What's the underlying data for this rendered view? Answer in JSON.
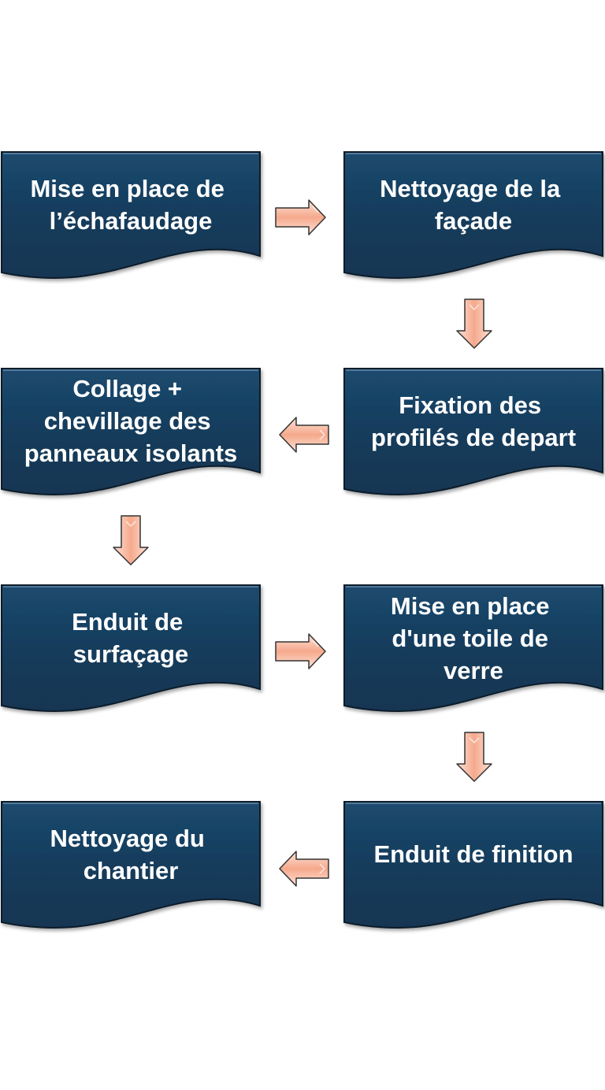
{
  "diagram": {
    "steps": [
      {
        "id": "step-1",
        "lines": [
          "Mise en place de",
          "l’échafaudage"
        ]
      },
      {
        "id": "step-2",
        "lines": [
          "Nettoyage de la",
          "façade"
        ]
      },
      {
        "id": "step-3",
        "lines": [
          "Fixation des",
          "profilés de depart"
        ]
      },
      {
        "id": "step-4",
        "lines": [
          "Collage +",
          "chevillage des",
          "panneaux isolants"
        ]
      },
      {
        "id": "step-5",
        "lines": [
          "Enduit de",
          "surfaçage"
        ]
      },
      {
        "id": "step-6",
        "lines": [
          "Mise en place",
          "d'une toile de",
          "verre"
        ]
      },
      {
        "id": "step-7",
        "lines": [
          "Enduit de finition"
        ]
      },
      {
        "id": "step-8",
        "lines": [
          "Nettoyage du",
          "chantier"
        ]
      }
    ],
    "arrows": [
      {
        "from": "step-1",
        "to": "step-2",
        "direction": "right"
      },
      {
        "from": "step-2",
        "to": "step-3",
        "direction": "down"
      },
      {
        "from": "step-3",
        "to": "step-4",
        "direction": "left"
      },
      {
        "from": "step-4",
        "to": "step-5",
        "direction": "down"
      },
      {
        "from": "step-5",
        "to": "step-6",
        "direction": "right"
      },
      {
        "from": "step-6",
        "to": "step-7",
        "direction": "down"
      },
      {
        "from": "step-7",
        "to": "step-8",
        "direction": "left"
      }
    ],
    "colors": {
      "box_fill": "#143c5c",
      "box_edge": "#8fb6d3",
      "box_outline": "#0b1c2c",
      "text": "#ffffff",
      "arrow_fill": "#f5a98c",
      "arrow_light": "#fde3d8",
      "arrow_outline": "#333333"
    }
  }
}
